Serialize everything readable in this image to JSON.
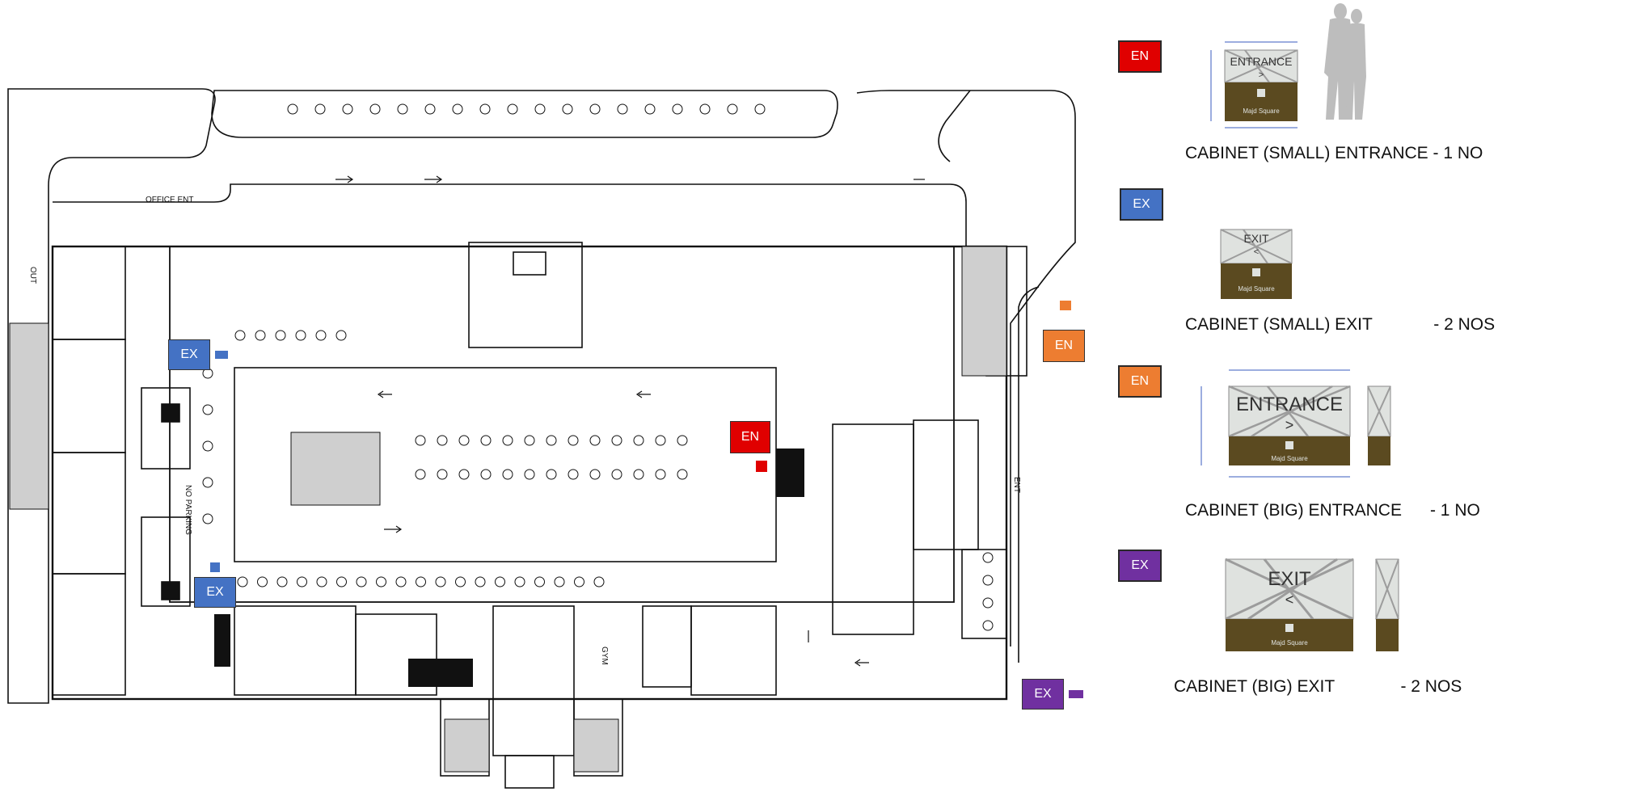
{
  "colors": {
    "entrance_small": "#e00000",
    "exit_small": "#4472c4",
    "entrance_big": "#ed7d31",
    "exit_big": "#7030a0",
    "sign_panel": "#dfe2df",
    "sign_base": "#5b4a20"
  },
  "map_labels": {
    "office_ent": "OFFICE ENT",
    "gym": "GYM",
    "out": "OUT",
    "ent": "ENT",
    "no_parking": "NO PARKING"
  },
  "markers": [
    {
      "id": "ex-top-left",
      "text": "EX",
      "type": "exit_small"
    },
    {
      "id": "ex-bottom-left",
      "text": "EX",
      "type": "exit_small"
    },
    {
      "id": "en-center",
      "text": "EN",
      "type": "entrance_small"
    },
    {
      "id": "en-right",
      "text": "EN",
      "type": "entrance_big"
    },
    {
      "id": "ex-bottom-right",
      "text": "EX",
      "type": "exit_big"
    }
  ],
  "legend": [
    {
      "tag": "EN",
      "type": "entrance_small",
      "description": "CABINET (SMALL) ENTRANCE - 1 NO",
      "sign_text": "ENTRANCE",
      "arrow": ">"
    },
    {
      "tag": "EX",
      "type": "exit_small",
      "description": "CABINET (SMALL) EXIT             - 2 NOS",
      "sign_text": "EXIT",
      "arrow": "<"
    },
    {
      "tag": "EN",
      "type": "entrance_big",
      "description": "CABINET (BIG) ENTRANCE      - 1 NO",
      "sign_text": "ENTRANCE",
      "arrow": ">"
    },
    {
      "tag": "EX",
      "type": "exit_big",
      "description": "CABINET (BIG) EXIT              - 2 NOS",
      "sign_text": "EXIT",
      "arrow": "<"
    }
  ],
  "sign_brand": "Majd Square"
}
